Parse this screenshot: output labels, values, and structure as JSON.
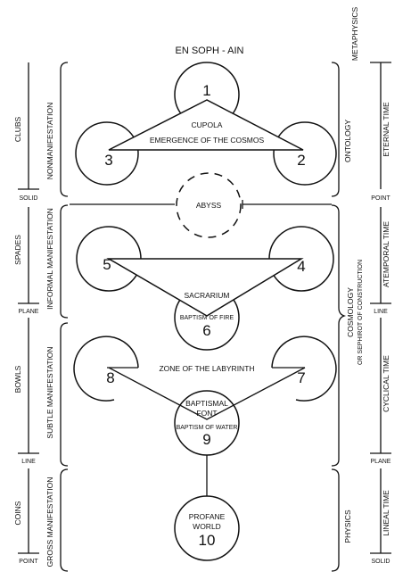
{
  "title": "EN SOPH - AIN",
  "metaphysics": "METAPHYSICS",
  "nodes": {
    "n1": "1",
    "n2": "2",
    "n3": "3",
    "n4": "4",
    "n5": "5",
    "n6": "6",
    "n7": "7",
    "n8": "8",
    "n9": "9",
    "n10": "10"
  },
  "labels": {
    "cupola": "CUPOLA",
    "emergence": "EMERGENCE OF THE COSMOS",
    "abyss": "ABYSS",
    "sacrarium": "SACRARIUM",
    "baptism_fire": "BAPTISM OF FIRE",
    "labyrinth": "ZONE OF THE LABYRINTH",
    "baptismal": "BAPTISMAL",
    "font": "FONT",
    "baptism_water": "BAPTISM OF WATER",
    "profane": "PROFANE",
    "world": "WORLD"
  },
  "left_suits": {
    "clubs": "CLUBS",
    "spades": "SPADES",
    "bowls": "BOWLS",
    "coins": "COINS"
  },
  "left_manifest": {
    "non": "NONMANIFESTATION",
    "informal": "INFORMAL MANIFESTATION",
    "subtle": "SUBTLE MANIFESTATION",
    "gross": "GROSS MANIFESTATION"
  },
  "left_marks": {
    "solid": "SOLID",
    "plane": "PLANE",
    "line": "LINE",
    "point": "POINT"
  },
  "right_domains": {
    "ontology": "ONTOLOGY",
    "cosmology": "COSMOLOGY",
    "cosmology_sub": "OR SEPHIROT OF CONSTRUCTION",
    "physics": "PHYSICS"
  },
  "right_times": {
    "eternal": "ETERNAL TIME",
    "atemporal": "ATEMPORAL TIME",
    "cyclical": "CYCLICAL TIME",
    "lineal": "LINEAL TIME"
  },
  "right_marks": {
    "point": "POINT",
    "line": "LINE",
    "plane": "PLANE",
    "solid": "SOLID"
  }
}
